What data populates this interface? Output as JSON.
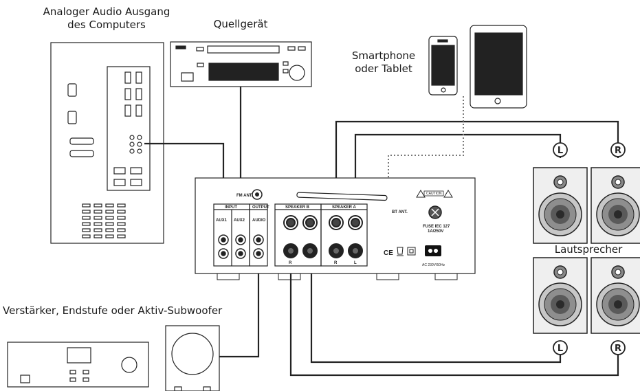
{
  "labels": {
    "computer_line1": "Analoger Audio Ausgang",
    "computer_line2": "des Computers",
    "source": "Quellgerät",
    "smartphone_line1": "Smartphone",
    "smartphone_line2": "oder Tablet",
    "speakers": "Lautsprecher",
    "amplifier": "Verstärker, Endstufe oder Aktiv-Subwoofer"
  },
  "panel": {
    "fm_ant": "FM ANT.",
    "input": "INPUT",
    "output": "OUTPUT",
    "aux1": "AUX1",
    "aux2": "AUX2",
    "audio": "AUDIO",
    "speaker_b": "SPEAKER B",
    "speaker_a": "SPEAKER A",
    "bt_ant": "BT ANT.",
    "caution": "CAUTION",
    "fuse_line1": "FUSE IEC 127",
    "fuse_line2": "1A/250V",
    "ce": "CE",
    "ac": "AC 230V/50Hz",
    "r": "R",
    "l": "L"
  },
  "speaker_markers": {
    "left": "L",
    "right": "R"
  }
}
